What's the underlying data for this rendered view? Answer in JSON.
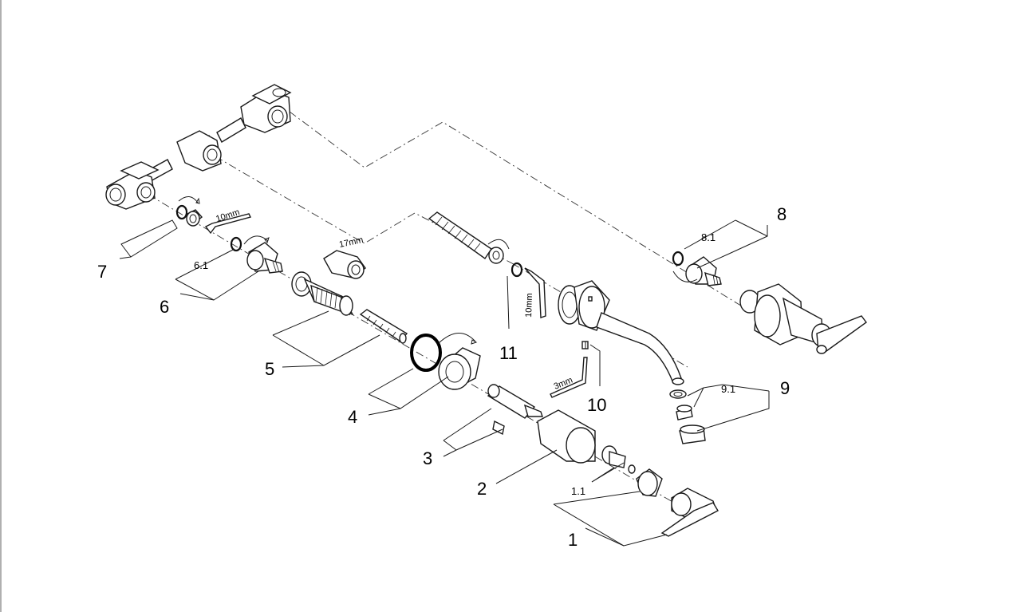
{
  "callouts": {
    "c1": "1",
    "c1_1": "1.1",
    "c2": "2",
    "c3": "3",
    "c4": "4",
    "c5": "5",
    "c6": "6",
    "c6_1": "6.1",
    "c7": "7",
    "c8": "8",
    "c8_1": "8.1",
    "c9": "9",
    "c9_1": "9.1",
    "c10": "10",
    "c11": "11"
  },
  "tools": {
    "hex_10mm_top": "10mm",
    "socket_17mm": "17mm",
    "hex_10mm_spout": "10mm",
    "hex_3mm": "3mm"
  }
}
